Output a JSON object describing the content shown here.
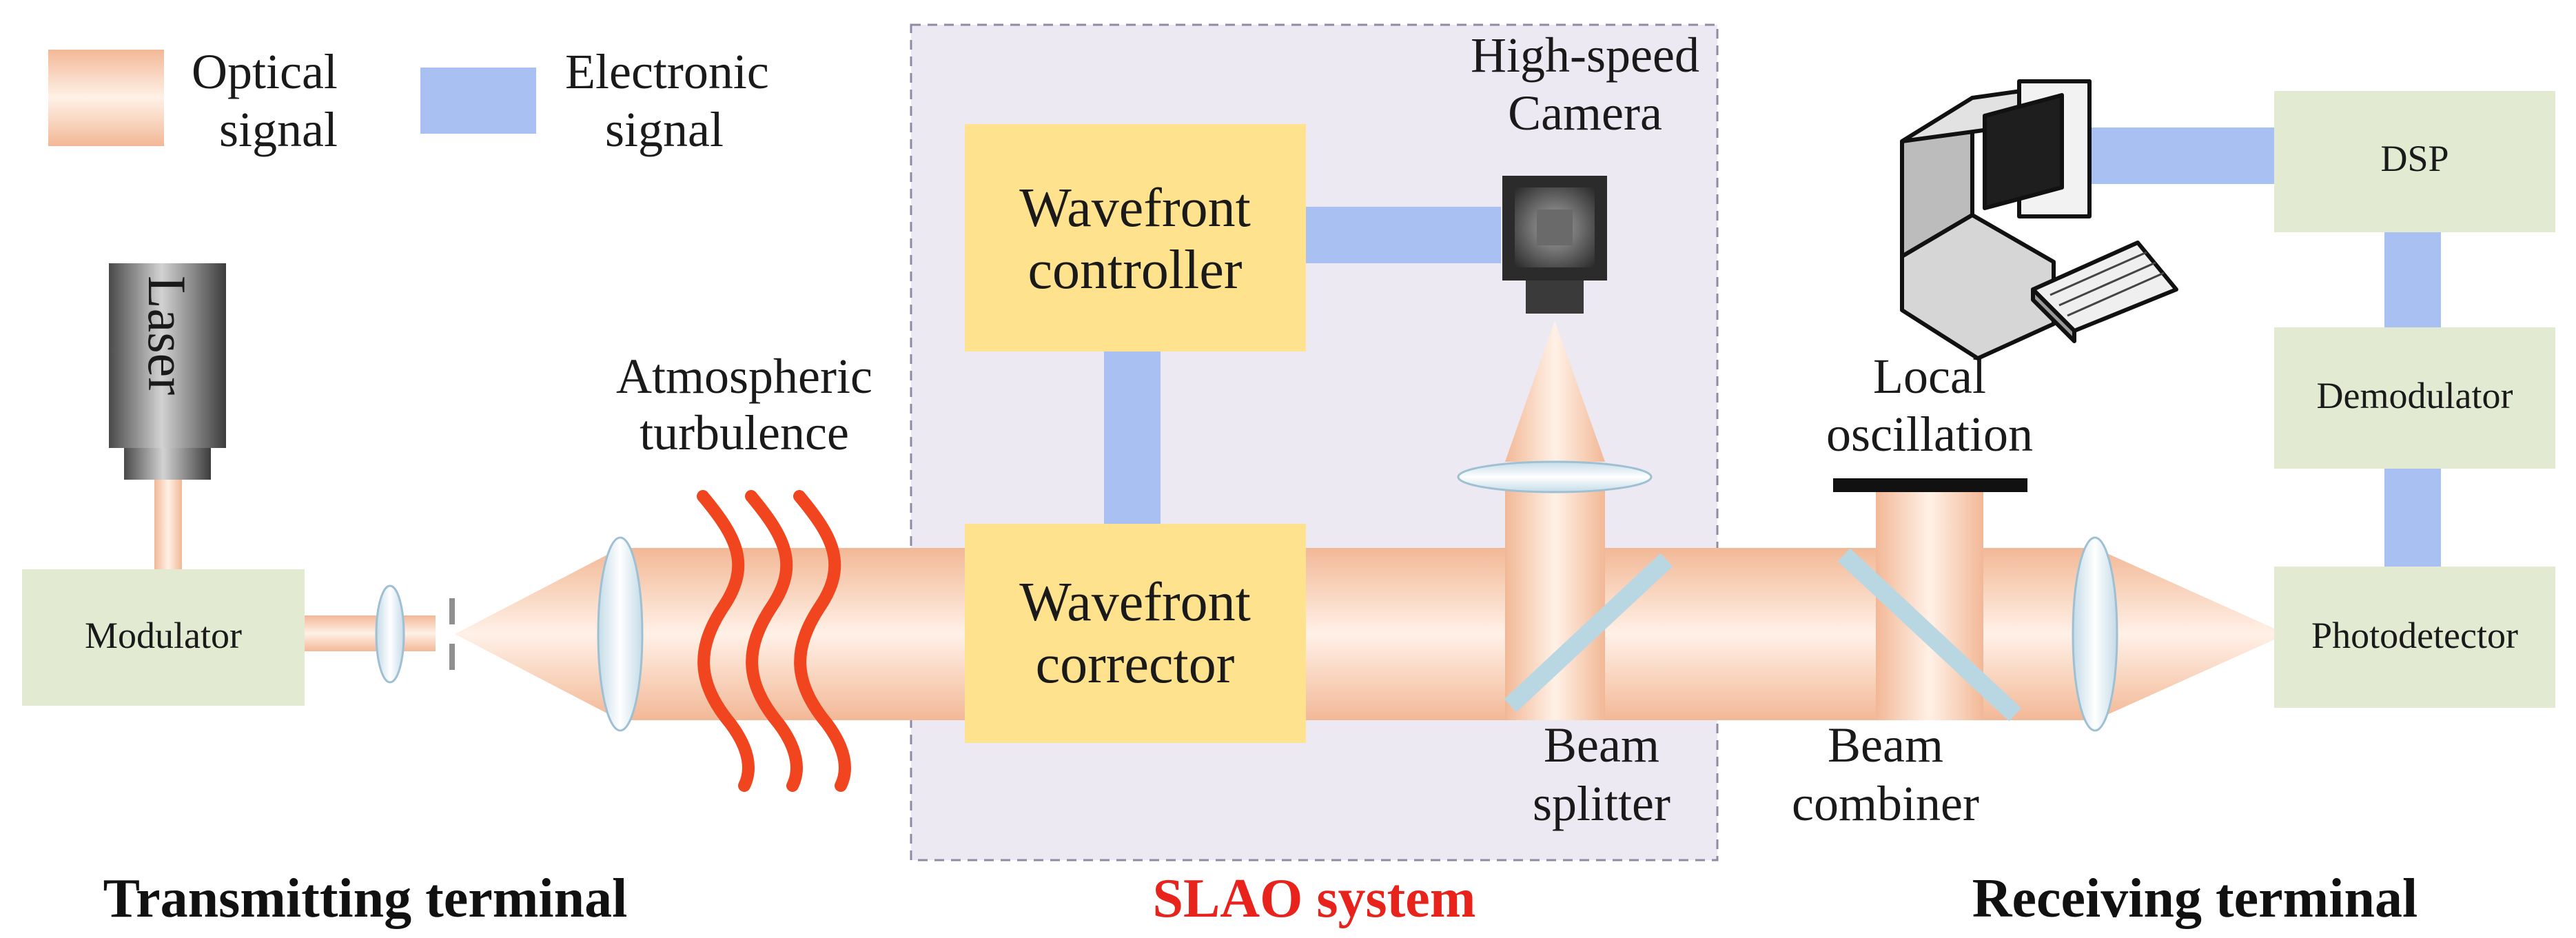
{
  "legend": {
    "optical_line1": "Optical",
    "optical_line2": "signal",
    "electronic_line1": "Electronic",
    "electronic_line2": "signal"
  },
  "components": {
    "laser": "Laser",
    "modulator": "Modulator",
    "turbulence_line1": "Atmospheric",
    "turbulence_line2": "turbulence",
    "wavefront_controller_line1": "Wavefront",
    "wavefront_controller_line2": "controller",
    "wavefront_corrector_line1": "Wavefront",
    "wavefront_corrector_line2": "corrector",
    "camera_line1": "High-speed",
    "camera_line2": "Camera",
    "beam_splitter_line1": "Beam",
    "beam_splitter_line2": "splitter",
    "local_osc_line1": "Local",
    "local_osc_line2": "oscillation",
    "beam_combiner_line1": "Beam",
    "beam_combiner_line2": "combiner",
    "dsp": "DSP",
    "demodulator": "Demodulator",
    "photodetector": "Photodetector"
  },
  "sections": {
    "transmitting": "Transmitting terminal",
    "slao": "SLAO system",
    "receiving": "Receiving terminal"
  },
  "colors": {
    "optical": "#f4c4a4",
    "electronic": "#a9c1f2",
    "yellow_box": "#ffe28e",
    "green_box": "#e2ead2",
    "slao_bg": "#ece9f2",
    "slao_label": "#e8231c",
    "turbulence": "#f0451e"
  }
}
